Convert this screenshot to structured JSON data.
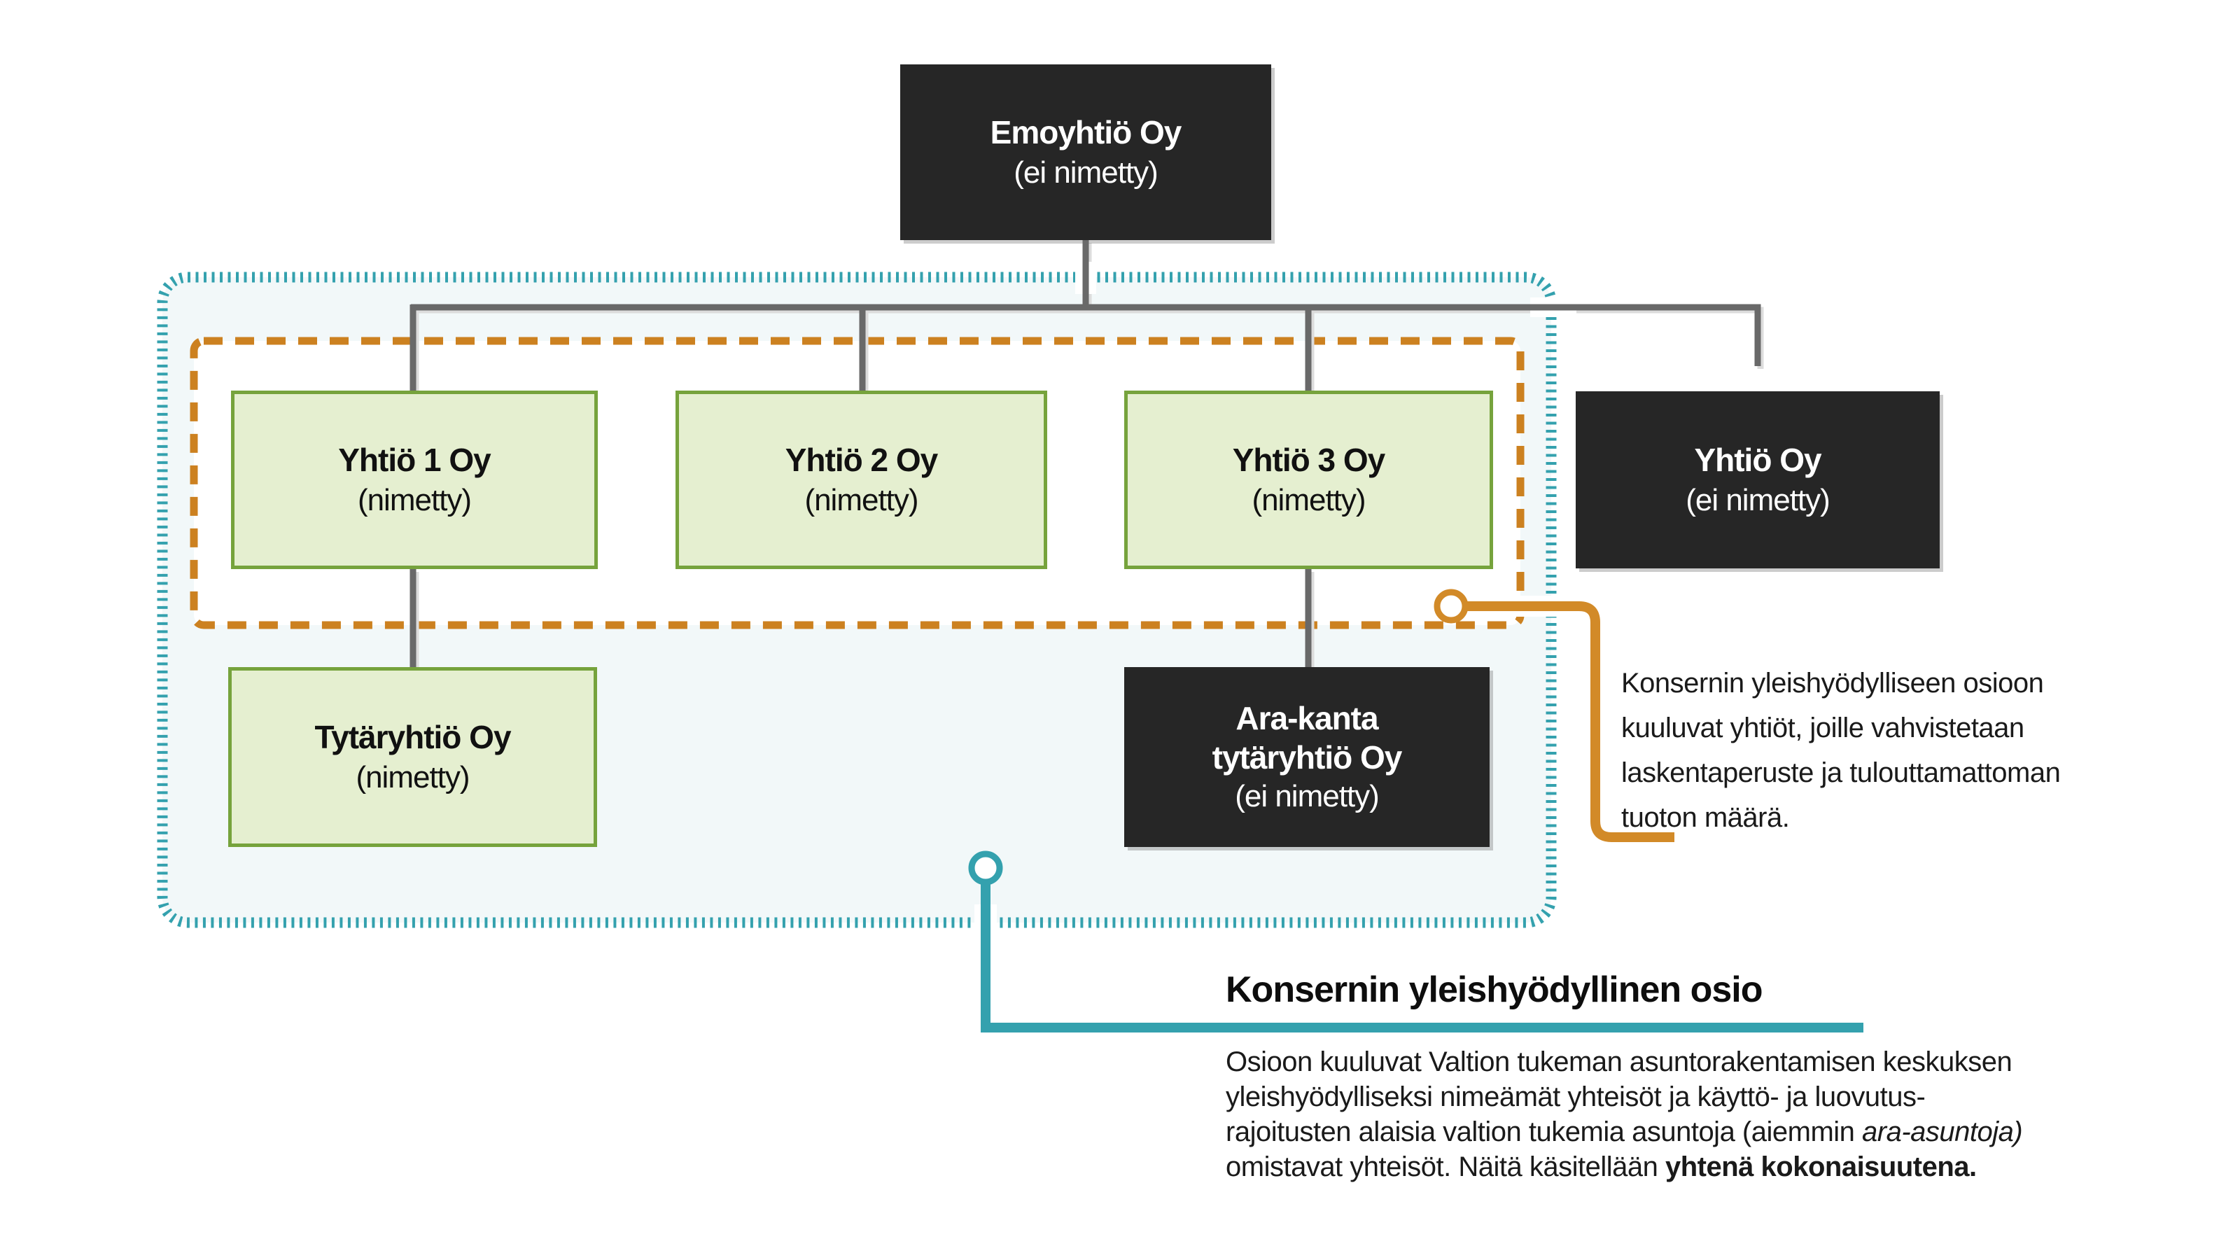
{
  "diagram_title_implicit": "Konsernirakenne-kaavio",
  "boxes": {
    "emoyhtio": {
      "title": "Emoyhtiö Oy",
      "subtitle": "(ei nimetty)"
    },
    "yhtio1": {
      "title": "Yhtiö 1 Oy",
      "subtitle": "(nimetty)"
    },
    "yhtio2": {
      "title": "Yhtiö 2 Oy",
      "subtitle": "(nimetty)"
    },
    "yhtio3": {
      "title": "Yhtiö 3 Oy",
      "subtitle": "(nimetty)"
    },
    "yhtio_ulkopuolinen": {
      "title": "Yhtiö Oy",
      "subtitle": "(ei nimetty)"
    },
    "tytaryhtio": {
      "title": "Tytäryhtiö Oy",
      "subtitle": "(nimetty)"
    },
    "ara_kanta": {
      "title_line1": "Ara-kanta",
      "title_line2": "tytäryhtiö Oy",
      "subtitle": "(ei nimetty)"
    }
  },
  "callouts": {
    "orange": {
      "lines": [
        "Konsernin yleishyödylliseen osioon",
        "kuuluvat yhtiöt, joille vahvistetaan",
        "laskentaperuste ja tulouttamattoman",
        "tuoton määrä."
      ]
    },
    "teal": {
      "heading": "Konsernin yleishyödyllinen osio",
      "body_line1": "Osioon kuuluvat Valtion tukeman asuntorakentamisen keskuksen",
      "body_line2": "yleishyödylliseksi nimeämät yhteisöt ja käyttö- ja luovutus-",
      "body_line3_pre": "rajoitusten alaisia valtion tukemia asuntoja (aiemmin ",
      "body_line3_italic": "ara-asuntoja)",
      "body_line4_pre": "omistavat yhteisöt. Näitä käsitellään ",
      "body_line4_bold": "yhtenä kokonaisuutena."
    }
  },
  "colors": {
    "dark_box": "#262626",
    "green_fill": "#E5EFD0",
    "green_border": "#76A33C",
    "teal_accent": "#34A1AE",
    "teal_panel_fill": "#F2F8F9",
    "orange_dash": "#CC8120",
    "orange_line": "#D28A28",
    "connector_gray": "#696969",
    "background": "#FFFFFF"
  }
}
